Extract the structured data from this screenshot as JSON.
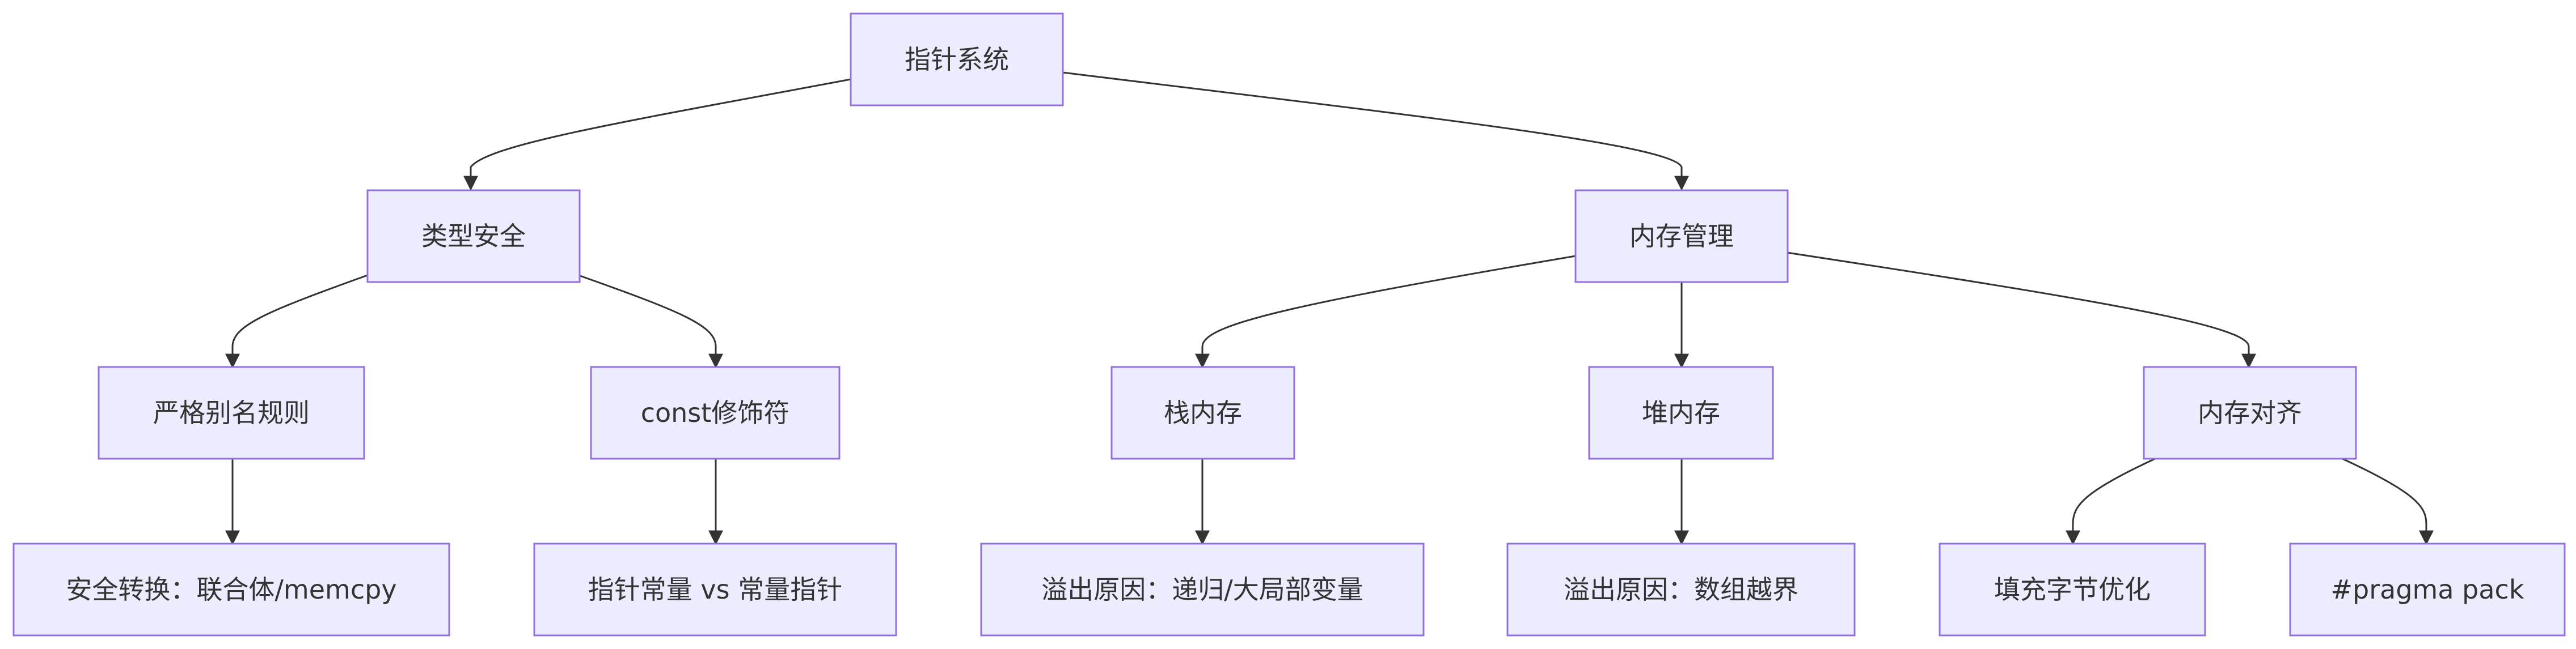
{
  "nodes": {
    "root": {
      "label": "指针系统"
    },
    "type_safety": {
      "label": "类型安全"
    },
    "memory_mgmt": {
      "label": "内存管理"
    },
    "strict_alias": {
      "label": "严格别名规则"
    },
    "const_mod": {
      "label": "const修饰符"
    },
    "stack_mem": {
      "label": "栈内存"
    },
    "heap_mem": {
      "label": "堆内存"
    },
    "mem_align": {
      "label": "内存对齐"
    },
    "safe_convert": {
      "label": "安全转换：联合体/memcpy"
    },
    "ptr_const": {
      "label": "指针常量 vs 常量指针"
    },
    "stack_overflow": {
      "label": "溢出原因：递归/大局部变量"
    },
    "heap_overflow": {
      "label": "溢出原因：数组越界"
    },
    "padding_opt": {
      "label": "填充字节优化"
    },
    "pragma_pack": {
      "label": "#pragma pack"
    }
  },
  "style": {
    "node_fill": "#ececff",
    "node_stroke": "#9370db",
    "edge_color": "#333333",
    "text_color": "#333333"
  }
}
